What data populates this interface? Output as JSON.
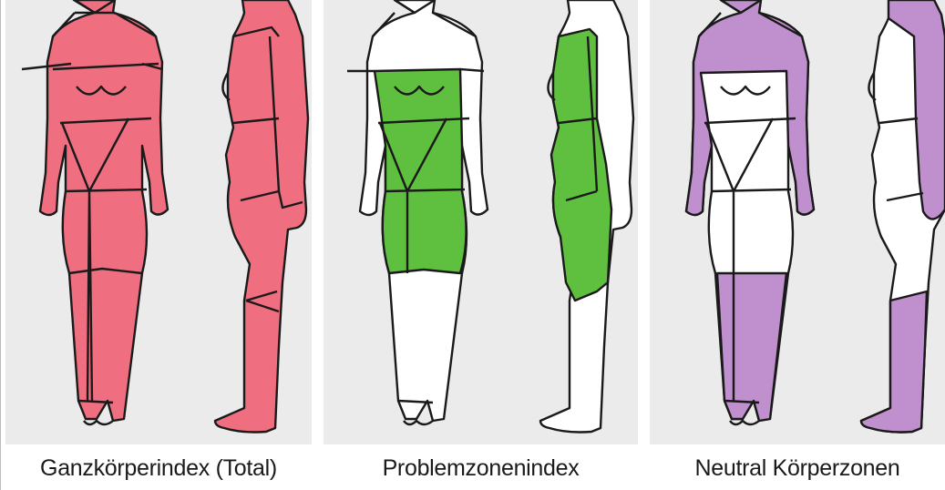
{
  "panels": [
    {
      "id": "total",
      "caption": "Ganzkörperindex (Total)",
      "highlight_color": "#ef6f80"
    },
    {
      "id": "problem",
      "caption": "Problemzonenindex",
      "highlight_color": "#5fbf3f"
    },
    {
      "id": "neutral",
      "caption": "Neutral Körperzonen",
      "highlight_color": "#c08fce"
    }
  ],
  "outline_color": "#1a1a1a",
  "background_color": "#ebebeb"
}
